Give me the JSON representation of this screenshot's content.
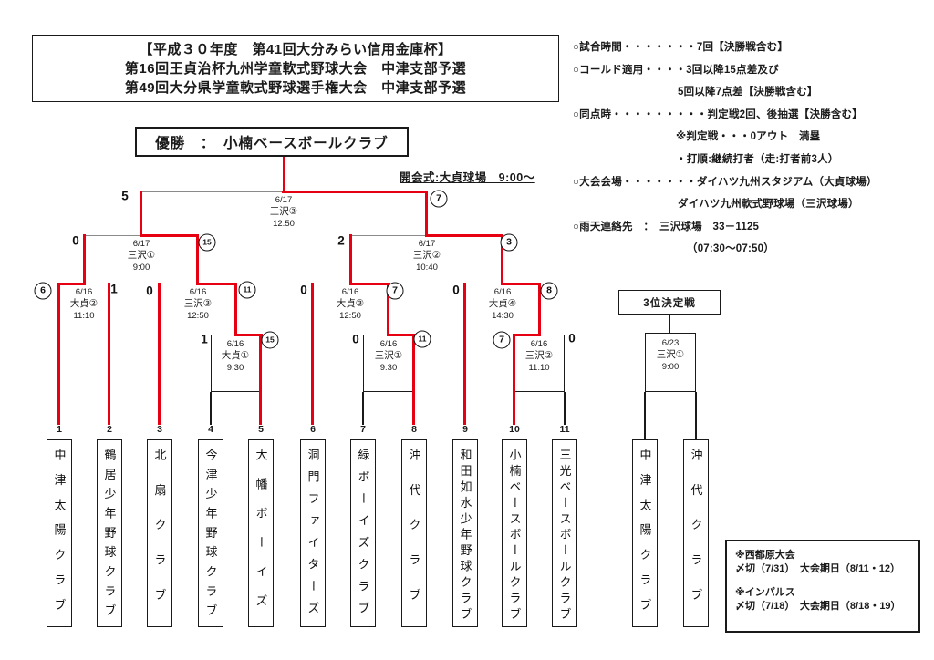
{
  "header": {
    "line1": "【平成３０年度　第41回大分みらい信用金庫杯】",
    "line2": "第16回王貞治杯九州学童軟式野球大会　中津支部予選",
    "line3": "第49回大分県学童軟式野球選手権大会　中津支部予選"
  },
  "champion_line": "優勝　：　小楠ベースボールクラブ",
  "opening_note": "開会式:大貞球場　9:00～",
  "rules": [
    "○試合時間・・・・・・・7回【決勝戦含む】",
    "○コールド適用・・・・3回以降15点差及び",
    "5回以降7点差【決勝戦含む】",
    "○同点時・・・・・・・・・判定戦2回、後抽選【決勝含む】",
    "※判定戦・・・0アウト　満塁",
    "・打順:継続打者（走:打者前3人）",
    "○大会会場・・・・・・・ダイハツ九州スタジアム（大貞球場）",
    "ダイハツ九州軟式野球場（三沢球場）",
    "○雨天連絡先　：　三沢球場　33－1125",
    "（07:30～07:50）"
  ],
  "bracket": {
    "final": {
      "date": "6/17",
      "venue": "三沢③",
      "time": "12:50",
      "left": {
        "v": "5",
        "c": false
      },
      "right": {
        "v": "7",
        "c": true
      }
    },
    "sf1": {
      "date": "6/17",
      "venue": "三沢①",
      "time": "9:00",
      "left": {
        "v": "0",
        "c": false
      },
      "right": {
        "v": "15",
        "c": true
      }
    },
    "sf2": {
      "date": "6/17",
      "venue": "三沢②",
      "time": "10:40",
      "left": {
        "v": "2",
        "c": false
      },
      "right": {
        "v": "3",
        "c": true
      }
    },
    "qf1": {
      "date": "6/16",
      "venue": "大貞②",
      "time": "11:10",
      "left": {
        "v": "6",
        "c": true
      },
      "right": {
        "v": "1",
        "c": false
      }
    },
    "qf2": {
      "date": "6/16",
      "venue": "三沢③",
      "time": "12:50",
      "left": {
        "v": "0",
        "c": false
      },
      "right": {
        "v": "11",
        "c": true
      }
    },
    "qf3": {
      "date": "6/16",
      "venue": "大貞③",
      "time": "12:50",
      "left": {
        "v": "0",
        "c": false
      },
      "right": {
        "v": "7",
        "c": true
      }
    },
    "qf4": {
      "date": "6/16",
      "venue": "大貞④",
      "time": "14:30",
      "left": {
        "v": "0",
        "c": false
      },
      "right": {
        "v": "8",
        "c": true
      }
    },
    "r1a": {
      "date": "6/16",
      "venue": "大貞①",
      "time": "9:30",
      "left": {
        "v": "1",
        "c": false
      },
      "right": {
        "v": "15",
        "c": true
      }
    },
    "r1b": {
      "date": "6/16",
      "venue": "三沢①",
      "time": "9:30",
      "left": {
        "v": "0",
        "c": false
      },
      "right": {
        "v": "11",
        "c": true
      }
    },
    "r1c": {
      "date": "6/16",
      "venue": "三沢②",
      "time": "11:10",
      "left": {
        "v": "7",
        "c": true
      },
      "right": {
        "v": "0",
        "c": false
      }
    }
  },
  "third_place": {
    "title": "3位決定戦",
    "date": "6/23",
    "venue": "三沢①",
    "time": "9:00",
    "team_a": "中津太陽クラブ",
    "team_b": "沖代クラブ"
  },
  "teams": [
    {
      "no": "1",
      "name": "中津太陽クラブ"
    },
    {
      "no": "2",
      "name": "鶴居少年野球クラブ"
    },
    {
      "no": "3",
      "name": "北扇クラブ"
    },
    {
      "no": "4",
      "name": "今津少年野球クラブ"
    },
    {
      "no": "5",
      "name": "大幡ボーイズ"
    },
    {
      "no": "6",
      "name": "洞門ファイターズ"
    },
    {
      "no": "7",
      "name": "緑ボーイズクラブ"
    },
    {
      "no": "8",
      "name": "沖代クラブ"
    },
    {
      "no": "9",
      "name": "和田如水少年野球クラブ"
    },
    {
      "no": "10",
      "name": "小楠ベースボールクラブ"
    },
    {
      "no": "11",
      "name": "三光ベースボールクラブ"
    }
  ],
  "notes": {
    "n1_title": "※西都原大会",
    "n1_detail": "〆切（7/31）　大会期日（8/11・12）",
    "n2_title": "※インパルス",
    "n2_detail": "〆切（7/18）　大会期日（8/18・19）"
  },
  "colors": {
    "win_path": "#e60012",
    "line_gray": "#8a8a8a",
    "ink": "#1a1a1a"
  }
}
